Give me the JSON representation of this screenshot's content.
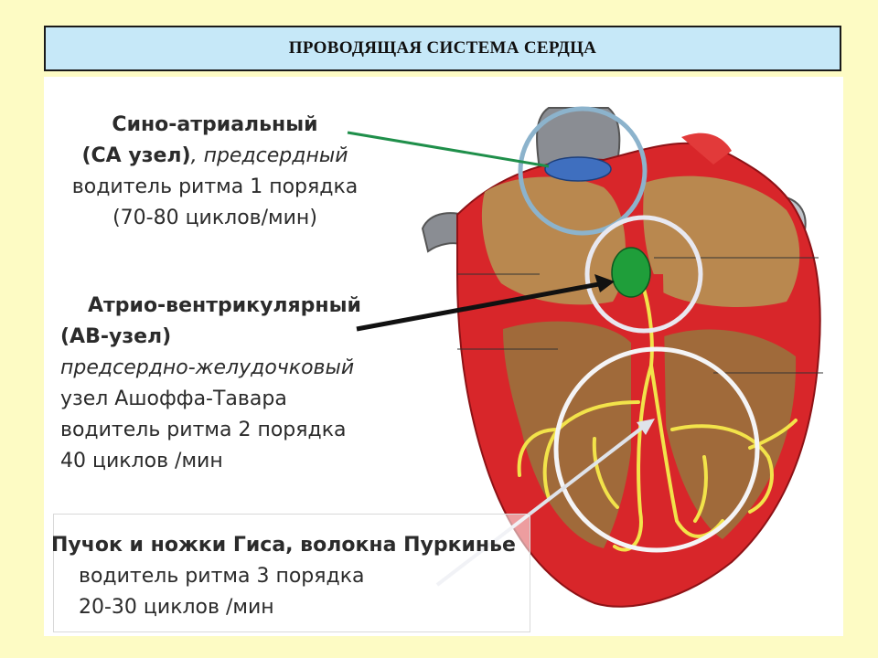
{
  "title": "ПРОВОДЯЩАЯ СИСТЕМА СЕРДЦА",
  "sa_node": {
    "line1": "Сино-атриальный",
    "line2_bold": "(СА узел)",
    "line2_italic": ", предсердный",
    "line3": "водитель ритма 1 порядка",
    "line4": "(70-80 циклов/мин)"
  },
  "av_node": {
    "line1": "Атрио-вентрикулярный",
    "line2": "(АВ-узел)",
    "line3": "предсердно-желудочковый",
    "line4": "узел Ашоффа-Тавара",
    "line5": "водитель ритма 2 порядка",
    "line6": "40 циклов /мин"
  },
  "purkinje": {
    "line1": "Пучок и ножки Гиса, волокна Пуркинье",
    "line2": "водитель ритма 3 порядка",
    "line3": "20-30 циклов /мин"
  },
  "colors": {
    "background": "#fdfbc4",
    "title_bar": "#c6e8f8",
    "heart_red": "#d8262a",
    "chamber": "#b9884f",
    "sa_node": "#3f6fbf",
    "av_node": "#1f9e3a",
    "conduction": "#f2e34a"
  }
}
